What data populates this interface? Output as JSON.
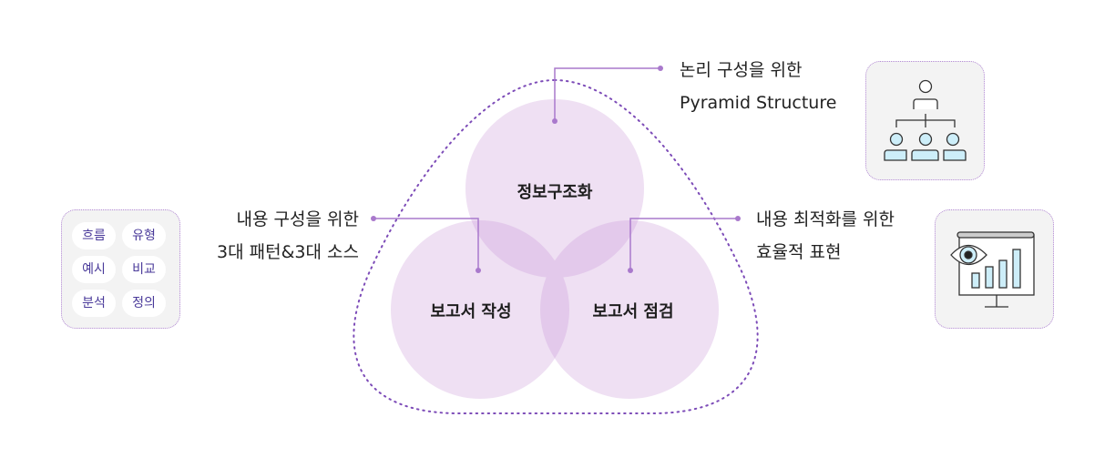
{
  "colors": {
    "circle": "#efe0f3",
    "overlap": "#e3c9eb",
    "outline": "#7d4cb8",
    "connector": "#a979cc",
    "chip_text": "#4a3a9a"
  },
  "circles": {
    "top": "정보구조화",
    "left": "보고서 작성",
    "right": "보고서 점검"
  },
  "callouts": {
    "top": {
      "line1": "논리 구성을 위한",
      "line2": "Pyramid Structure"
    },
    "left": {
      "line1": "내용 구성을 위한",
      "line2": "3대 패턴&3대 소스"
    },
    "right": {
      "line1": "내용 최적화를 위한",
      "line2": "효율적 표현"
    }
  },
  "chips": [
    "흐름",
    "유형",
    "예시",
    "비교",
    "분석",
    "정의"
  ],
  "icons": {
    "top": "org-chart-icon",
    "right": "presentation-eye-chart-icon"
  }
}
